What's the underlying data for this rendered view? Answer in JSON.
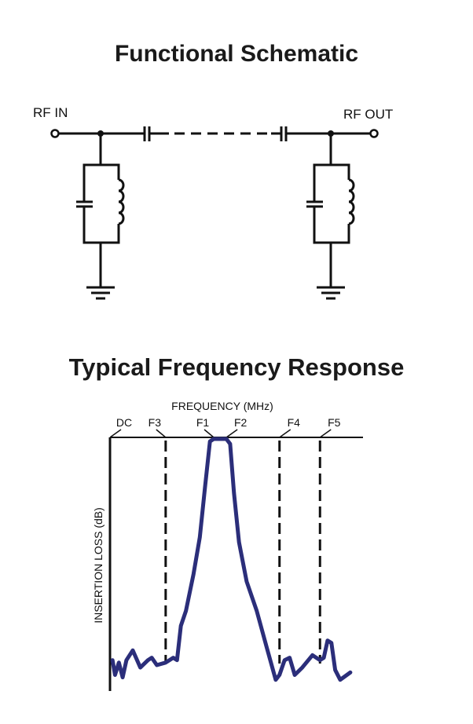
{
  "schematic": {
    "title": "Functional Schematic",
    "rf_in_label": "RF IN",
    "rf_out_label": "RF OUT"
  },
  "response": {
    "title": "Typical Frequency Response"
  },
  "chart_data": {
    "type": "line",
    "title": "Typical Frequency Response",
    "xlabel": "FREQUENCY (MHz)",
    "ylabel": "INSERTION LOSS (dB)",
    "x_markers": [
      "DC",
      "F3",
      "F1",
      "F2",
      "F4",
      "F5"
    ],
    "x_positions_norm": {
      "DC": 0.0,
      "F3": 0.22,
      "F1": 0.41,
      "F2": 0.46,
      "F4": 0.67,
      "F5": 0.83
    },
    "dashed_markers": [
      "F3",
      "F4",
      "F5"
    ],
    "grid": false,
    "legend": "none",
    "series": [
      {
        "name": "Insertion loss",
        "color": "#2b2e7a",
        "note": "normalized x (0=DC,1=axis end) vs normalized loss (0=min loss at top, 1=max loss)",
        "points": [
          [
            0.01,
            0.9
          ],
          [
            0.02,
            0.96
          ],
          [
            0.035,
            0.91
          ],
          [
            0.05,
            0.97
          ],
          [
            0.065,
            0.9
          ],
          [
            0.09,
            0.86
          ],
          [
            0.12,
            0.93
          ],
          [
            0.15,
            0.9
          ],
          [
            0.165,
            0.89
          ],
          [
            0.185,
            0.92
          ],
          [
            0.22,
            0.91
          ],
          [
            0.25,
            0.89
          ],
          [
            0.265,
            0.9
          ],
          [
            0.28,
            0.76
          ],
          [
            0.3,
            0.7
          ],
          [
            0.33,
            0.55
          ],
          [
            0.355,
            0.4
          ],
          [
            0.375,
            0.2
          ],
          [
            0.395,
            0.01
          ],
          [
            0.41,
            0.0
          ],
          [
            0.46,
            0.0
          ],
          [
            0.475,
            0.02
          ],
          [
            0.49,
            0.22
          ],
          [
            0.51,
            0.42
          ],
          [
            0.54,
            0.58
          ],
          [
            0.58,
            0.7
          ],
          [
            0.62,
            0.85
          ],
          [
            0.655,
            0.98
          ],
          [
            0.67,
            0.96
          ],
          [
            0.69,
            0.9
          ],
          [
            0.71,
            0.89
          ],
          [
            0.73,
            0.96
          ],
          [
            0.76,
            0.93
          ],
          [
            0.8,
            0.88
          ],
          [
            0.83,
            0.9
          ],
          [
            0.845,
            0.89
          ],
          [
            0.86,
            0.82
          ],
          [
            0.875,
            0.83
          ],
          [
            0.89,
            0.94
          ],
          [
            0.91,
            0.98
          ],
          [
            0.95,
            0.95
          ]
        ]
      }
    ]
  }
}
